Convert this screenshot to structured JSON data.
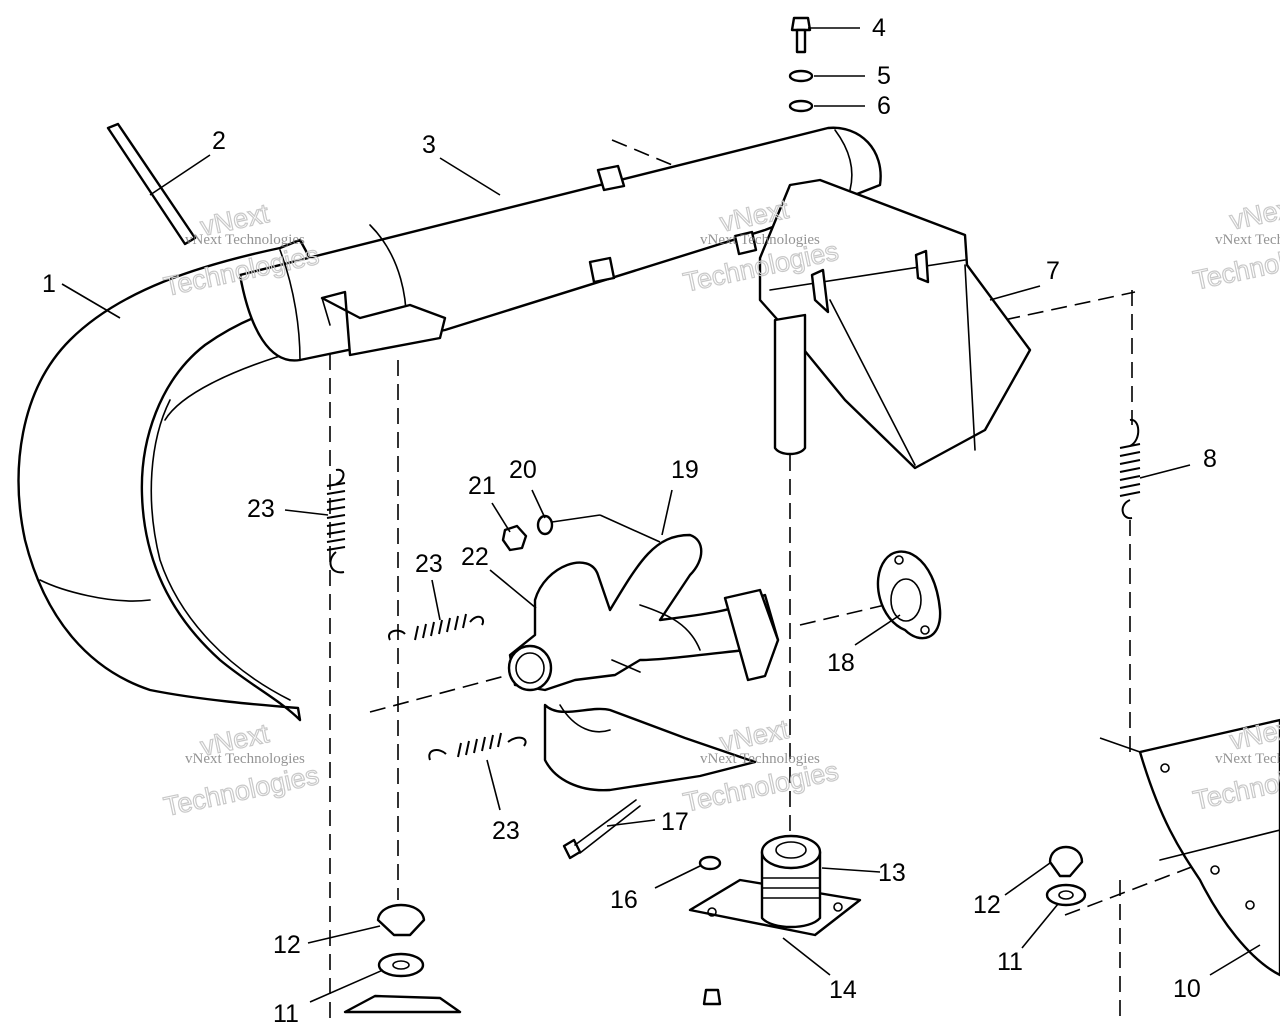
{
  "callouts": {
    "c1": "1",
    "c2": "2",
    "c3": "3",
    "c4": "4",
    "c5": "5",
    "c6": "6",
    "c7": "7",
    "c8": "8",
    "c10": "10",
    "c11a": "11",
    "c11b": "11",
    "c12a": "12",
    "c12b": "12",
    "c13": "13",
    "c14": "14",
    "c16": "16",
    "c17": "17",
    "c18": "18",
    "c19": "19",
    "c20": "20",
    "c21": "21",
    "c22": "22",
    "c23a": "23",
    "c23b": "23",
    "c23c": "23"
  },
  "watermark": {
    "line1": "vNext Technologies",
    "brand1": "vNext",
    "brand2": "Technologies"
  }
}
